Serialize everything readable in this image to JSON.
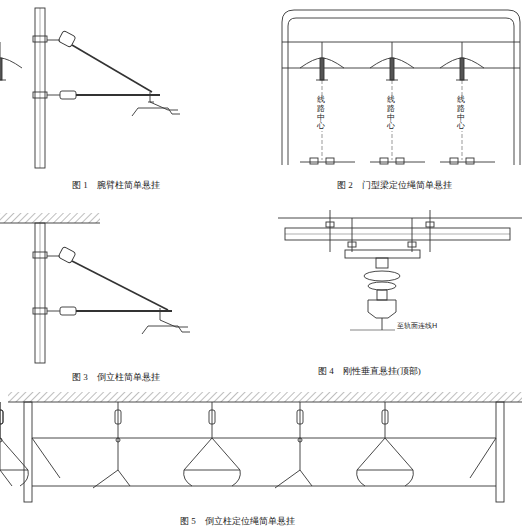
{
  "diagram": {
    "labels": [
      "图 1　腕臂柱简单悬挂",
      "图 2　门型梁定位绳简单悬挂",
      "线路中心",
      "线路中心",
      "线路中心",
      "图 3　倒立柱简单悬挂",
      "图 4　刚性垂直悬挂(顶部)",
      "至轨面连线H",
      "图 5　倒立柱定位绳简单悬挂"
    ]
  }
}
